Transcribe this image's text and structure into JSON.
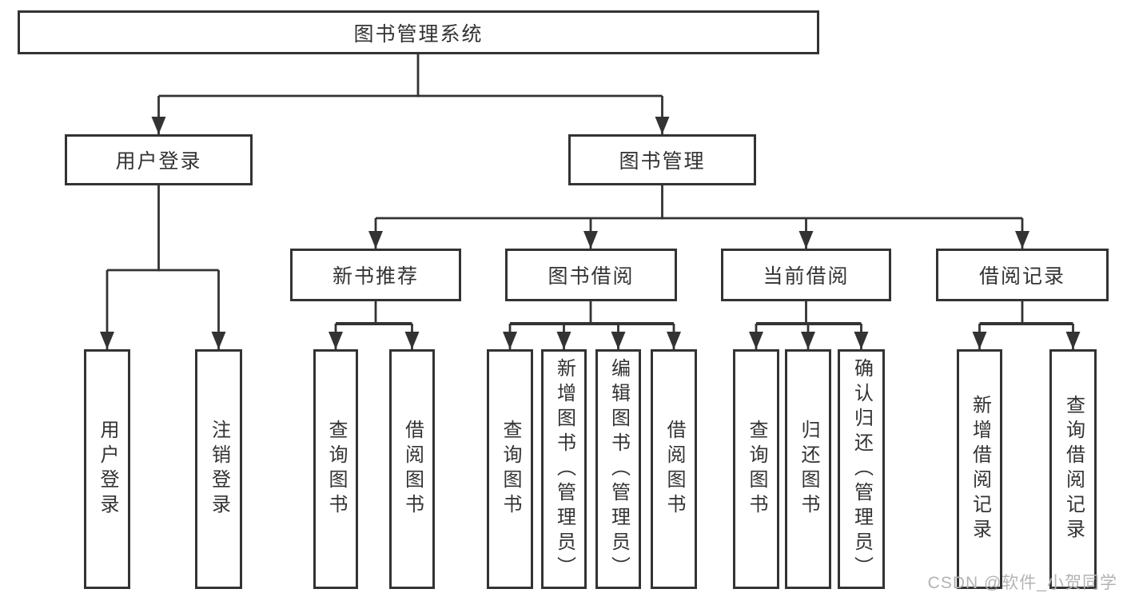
{
  "diagram": {
    "tree": {
      "root": "图书管理系统",
      "branches": [
        {
          "label": "用户登录",
          "leaves": [
            "用户登录",
            "注销登录"
          ]
        },
        {
          "label": "图书管理",
          "sections": [
            {
              "label": "新书推荐",
              "leaves": [
                "查询图书",
                "借阅图书"
              ]
            },
            {
              "label": "图书借阅",
              "leaves": [
                "查询图书",
                "新增图书（管理员）",
                "编辑图书（管理员）",
                "借阅图书"
              ]
            },
            {
              "label": "当前借阅",
              "leaves": [
                "查询图书",
                "归还图书",
                "确认归还（管理员）"
              ]
            },
            {
              "label": "借阅记录",
              "leaves": [
                "新增借阅记录",
                "查询借阅记录"
              ]
            }
          ]
        }
      ]
    },
    "colors": {
      "line": "#333333",
      "text": "#333333",
      "background": "#ffffff",
      "watermark_text": "#b3b3b3"
    }
  },
  "watermark": {
    "text": "CSDN @软件_小贺同学"
  }
}
